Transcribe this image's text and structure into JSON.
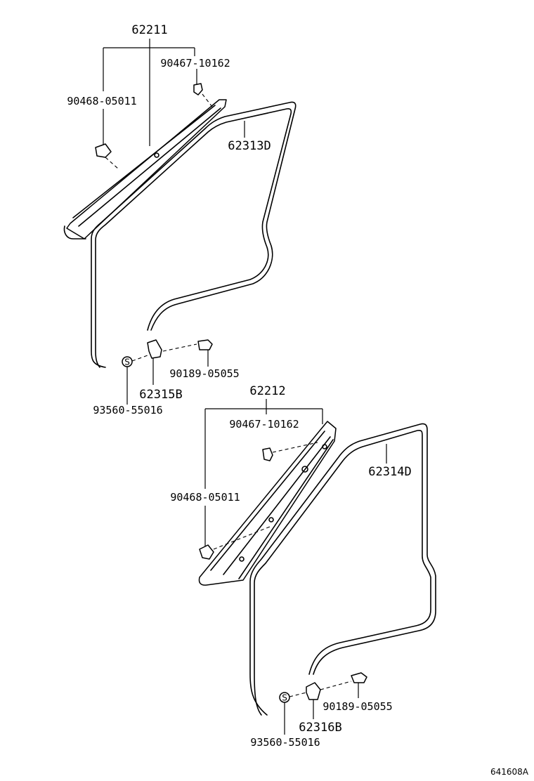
{
  "upper_assembly": {
    "main_part_no": "62211",
    "clip_part_no": "90467-10162",
    "clip2_part_no": "90468-05011",
    "weatherstrip_part_no": "62313D",
    "bracket_part_no": "62315B",
    "screw_part_no": "90189-05055",
    "seal_part_no": "93560-55016",
    "seal_symbol": "S"
  },
  "lower_assembly": {
    "main_part_no": "62212",
    "clip_part_no": "90467-10162",
    "clip2_part_no": "90468-05011",
    "weatherstrip_part_no": "62314D",
    "bracket_part_no": "62316B",
    "screw_part_no": "90189-05055",
    "seal_part_no": "93560-55016",
    "seal_symbol": "S"
  },
  "diagram_code": "641608A"
}
